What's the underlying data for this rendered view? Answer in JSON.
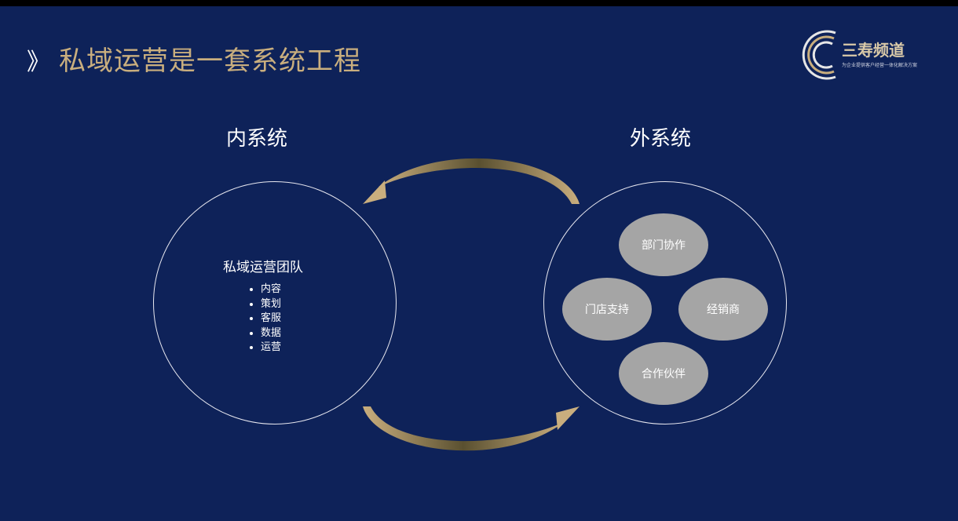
{
  "title": "私域运营是一套系统工程",
  "logo": {
    "name": "三寿频道",
    "subtitle": "为企业提供客户经营一体化解决方案"
  },
  "inner": {
    "heading": "内系统",
    "team": "私域运营团队",
    "items": [
      "内容",
      "策划",
      "客服",
      "数据",
      "运营"
    ]
  },
  "outer": {
    "heading": "外系统",
    "nodes": [
      "部门协作",
      "门店支持",
      "经销商",
      "合作伙伴"
    ]
  },
  "colors": {
    "background": "#0e2259",
    "gold": "#c9ae7e",
    "oval": "#a5a5a5"
  }
}
